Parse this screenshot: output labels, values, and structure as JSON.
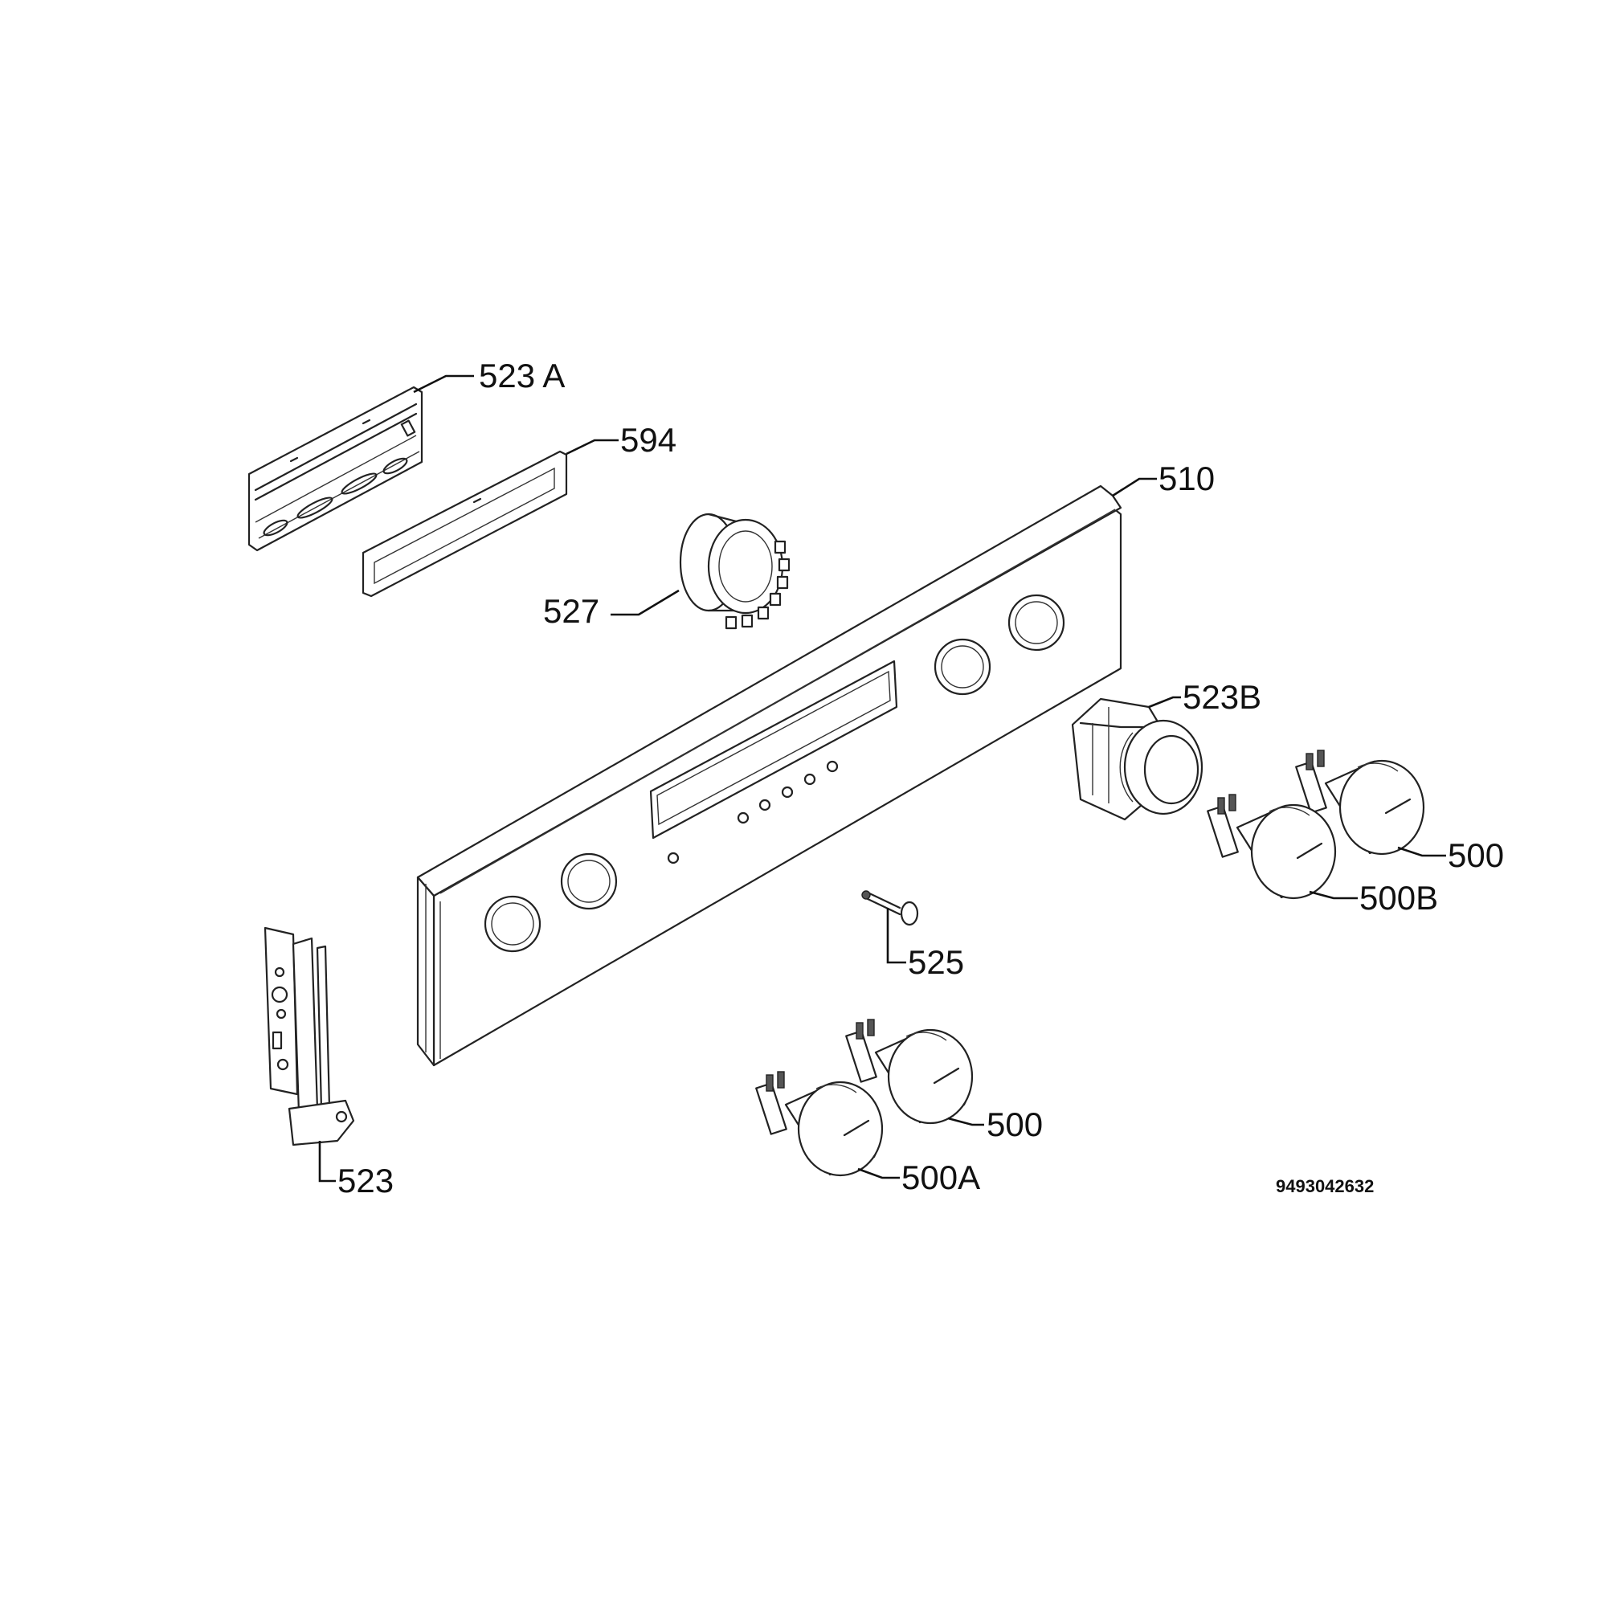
{
  "diagram": {
    "document_number": "9493042632",
    "callouts": [
      {
        "id": "part-523A",
        "text": "523 A"
      },
      {
        "id": "part-594",
        "text": "594"
      },
      {
        "id": "part-510",
        "text": "510"
      },
      {
        "id": "part-527",
        "text": "527"
      },
      {
        "id": "part-523B",
        "text": "523B"
      },
      {
        "id": "part-500-right",
        "text": "500"
      },
      {
        "id": "part-500B",
        "text": "500B"
      },
      {
        "id": "part-525",
        "text": "525"
      },
      {
        "id": "part-500-lower",
        "text": "500"
      },
      {
        "id": "part-500A",
        "text": "500A"
      },
      {
        "id": "part-523",
        "text": "523"
      }
    ]
  }
}
